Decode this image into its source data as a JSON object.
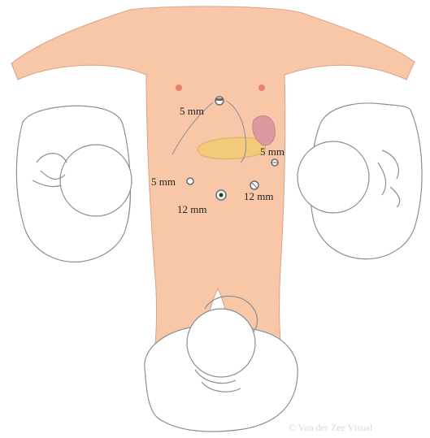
{
  "colors": {
    "skin": "#f8c7a8",
    "skin_outline": "#d9a286",
    "staff_outline": "#8a8f96",
    "nipple": "#e8826a",
    "pancreas": "#f3c97a",
    "spleen": "#dc9aa0",
    "port": "#6a6a6a",
    "text": "#222222",
    "watermark": "#d8d8d8"
  },
  "ports": [
    {
      "id": "epigastric",
      "label": "5 mm",
      "icon": "trocar-icon"
    },
    {
      "id": "left-subcostal",
      "label": "5 mm",
      "icon": "trocar-icon"
    },
    {
      "id": "right-midabdomen",
      "label": "5 mm",
      "icon": "trocar-icon"
    },
    {
      "id": "left-midabdomen",
      "label": "12 mm",
      "icon": "trocar-icon"
    },
    {
      "id": "umbilical",
      "label": "12 mm",
      "icon": "camera-port-icon"
    }
  ],
  "watermark": "© Van der Zee Visual"
}
